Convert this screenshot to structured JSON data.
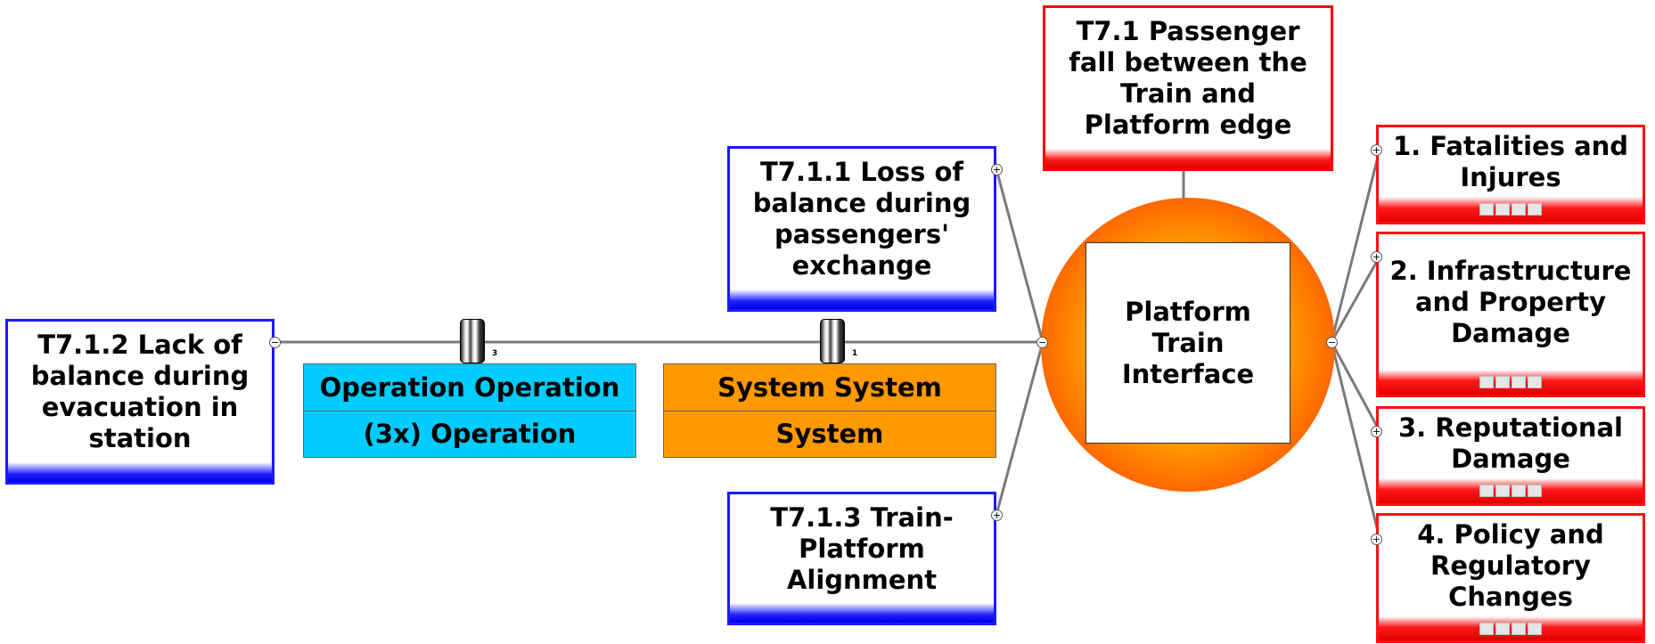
{
  "diagram": {
    "hazard": "T7.1 Passenger fall between the Train and Platform edge",
    "top_event": "Platform Train Interface",
    "threats": [
      {
        "id": "threat-1",
        "label": "T7.1.1 Loss of balance during passengers' exchange"
      },
      {
        "id": "threat-2",
        "label": "T7.1.2 Lack of balance during evacuation in station"
      },
      {
        "id": "threat-3",
        "label": "T7.1.3 Train-Platform Alignment"
      }
    ],
    "barriers": [
      {
        "line1": "Operation Operation",
        "line2": "(3x) Operation",
        "count": "3",
        "color": "#00ccff"
      },
      {
        "line1": "System System",
        "line2": "System",
        "count": "1",
        "color": "#ff9900"
      }
    ],
    "consequences": [
      {
        "label": "1. Fatalities and Injures"
      },
      {
        "label": "2. Infrastructure and Property Damage"
      },
      {
        "label": "3. Reputational Damage"
      },
      {
        "label": "4. Policy and Regulatory Changes"
      }
    ],
    "toggles": {
      "minus": "−",
      "plus": "+"
    }
  }
}
